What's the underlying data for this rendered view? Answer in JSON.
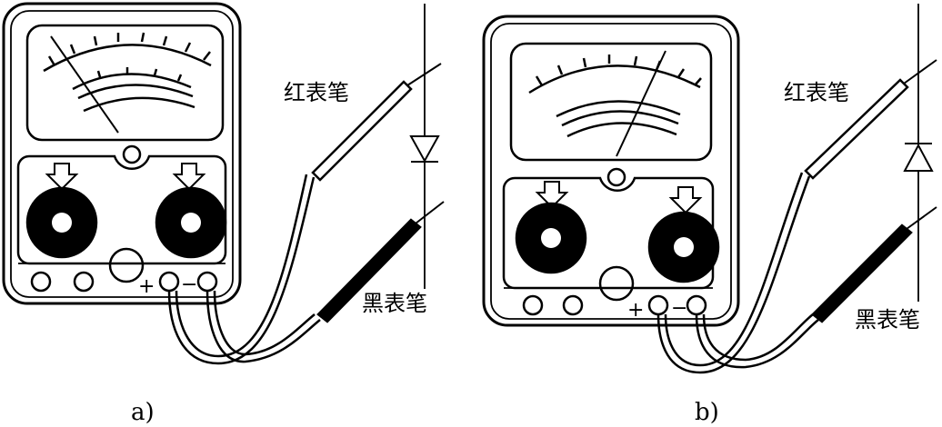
{
  "panel_a": {
    "caption": "a)",
    "red_probe_label": "红表笔",
    "black_probe_label": "黑表笔",
    "plus_sign": "+",
    "minus_sign": "−"
  },
  "panel_b": {
    "caption": "b)",
    "red_probe_label": "红表笔",
    "black_probe_label": "黑表笔",
    "plus_sign": "+",
    "minus_sign": "−"
  }
}
